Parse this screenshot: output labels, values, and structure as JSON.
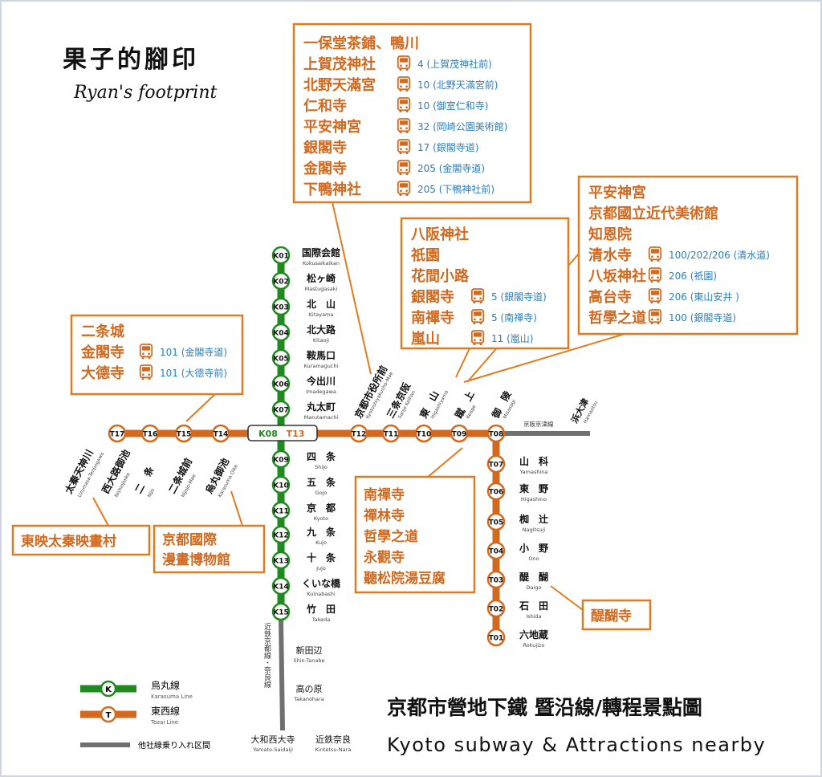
{
  "brand": {
    "title": "果子的腳印",
    "subtitle": "Ryan's footprint"
  },
  "map_title": {
    "zh": "京都市營地下鐵 暨沿線/轉程景點圖",
    "en": "Kyoto subway  &  Attractions nearby"
  },
  "colors": {
    "karasuma": "#1f8a1f",
    "tozai": "#d2691e",
    "other": "#707070",
    "callout_border": "#e07b1f",
    "callout_text": "#d2691e",
    "bus_text": "#2a7fc1"
  },
  "legend": [
    {
      "id": "karasuma",
      "letter": "K",
      "zh": "烏丸線",
      "en": "Karasuma Line"
    },
    {
      "id": "tozai",
      "letter": "T",
      "zh": "東西線",
      "en": "Tozai Line"
    },
    {
      "id": "other",
      "zh": "他社線乗り入れ区間"
    }
  ],
  "karasuma_stations": [
    {
      "code": "K01",
      "zh": "国際会館",
      "en": "Kokusaikaikan"
    },
    {
      "code": "K02",
      "zh": "松ヶ崎",
      "en": "Mastugasaki"
    },
    {
      "code": "K03",
      "zh": "北　山",
      "en": "Kitayama"
    },
    {
      "code": "K04",
      "zh": "北大路",
      "en": "Kitaoji"
    },
    {
      "code": "K05",
      "zh": "鞍馬口",
      "en": "Kuramaguchi"
    },
    {
      "code": "K06",
      "zh": "今出川",
      "en": "Imadegawa"
    },
    {
      "code": "K07",
      "zh": "丸太町",
      "en": "Marutamachi"
    },
    {
      "code": "K09",
      "zh": "四　条",
      "en": "Shijo"
    },
    {
      "code": "K10",
      "zh": "五　条",
      "en": "Gojo"
    },
    {
      "code": "K11",
      "zh": "京　都",
      "en": "Kyoto"
    },
    {
      "code": "K12",
      "zh": "九　条",
      "en": "Kujo"
    },
    {
      "code": "K13",
      "zh": "十　条",
      "en": "Jujo"
    },
    {
      "code": "K14",
      "zh": "くいな橋",
      "en": "Kuinabashi"
    },
    {
      "code": "K15",
      "zh": "竹　田",
      "en": "Takeda"
    }
  ],
  "transfer_station": {
    "k": "K08",
    "t": "T13"
  },
  "tozai_east_stations": [
    {
      "code": "T12",
      "zh": "京都市役所前",
      "en": "Kyotoshiyakusho-Mae"
    },
    {
      "code": "T11",
      "zh": "三条京阪",
      "en": "Sanjo Keihan"
    },
    {
      "code": "T10",
      "zh": "東　山",
      "en": "Higashiyama"
    },
    {
      "code": "T09",
      "zh": "蹴　上",
      "en": "Keage"
    },
    {
      "code": "T08",
      "zh": "御　陵",
      "en": "Misasagi"
    }
  ],
  "tozai_west_stations": [
    {
      "code": "T14",
      "zh": "烏丸御池",
      "en": "Karasuma Oike"
    },
    {
      "code": "T15",
      "zh": "二条城前",
      "en": "Nijojo-Mae"
    },
    {
      "code": "T16",
      "zh": "二　条",
      "en": "Nijo"
    },
    {
      "code": "T17",
      "zh": "西大路御池",
      "en": "Nishiojioike"
    },
    {
      "code": "",
      "zh": "太秦天神川",
      "en": "Uzumasa-Tenjingawa"
    }
  ],
  "tozai_south_stations": [
    {
      "code": "T07",
      "zh": "山　科",
      "en": "Yamashina"
    },
    {
      "code": "T06",
      "zh": "東　野",
      "en": "Higashino"
    },
    {
      "code": "T05",
      "zh": "椥　辻",
      "en": "Nagitsuji"
    },
    {
      "code": "T04",
      "zh": "小　野",
      "en": "Ono"
    },
    {
      "code": "T03",
      "zh": "醍　醐",
      "en": "Daigo"
    },
    {
      "code": "T02",
      "zh": "石　田",
      "en": "Ishida"
    },
    {
      "code": "T01",
      "zh": "六地蔵",
      "en": "Rokujizo"
    }
  ],
  "other_lines": {
    "keihan_label": "京阪京津線",
    "hamaotsu": {
      "zh": "浜大津",
      "en": "Hamaotsu"
    },
    "kintetsu_label": "近鉄京都線・奈良線",
    "south_stations": [
      {
        "zh": "新田辺",
        "en": "Shin-Tanabe"
      },
      {
        "zh": "高の原",
        "en": "Takanohara"
      },
      {
        "zh": "大和西大寺",
        "en": "Yamato-Saidaiji"
      },
      {
        "zh": "近鉄奈良",
        "en": "Kintetsu-Nara"
      }
    ]
  },
  "callouts": {
    "top": {
      "rows": [
        {
          "place": "一保堂茶鋪、鴨川"
        },
        {
          "place": "上賀茂神社",
          "bus": "4 (上賀茂神社前)"
        },
        {
          "place": "北野天滿宮",
          "bus": "10 (北野天滿宮前)"
        },
        {
          "place": "仁和寺",
          "bus": "10 (御室仁和寺)"
        },
        {
          "place": "平安神宮",
          "bus": "32 (岡崎公園美術館)"
        },
        {
          "place": "銀閣寺",
          "bus": "17 (銀閣寺道)"
        },
        {
          "place": "金閣寺",
          "bus": "205 (金閣寺道)"
        },
        {
          "place": "下鴨神社",
          "bus": "205 (下鴨神社前)"
        }
      ]
    },
    "middle": {
      "rows": [
        {
          "place": "八阪神社"
        },
        {
          "place": "祇園"
        },
        {
          "place": "花間小路"
        },
        {
          "place": "銀閣寺",
          "bus": "5 (銀閣寺道)"
        },
        {
          "place": "南禪寺",
          "bus": "5 (南禪寺)"
        },
        {
          "place": "嵐山",
          "bus": "11 (嵐山)"
        }
      ]
    },
    "right": {
      "rows": [
        {
          "place": "平安神宮"
        },
        {
          "place": "京都國立近代美術館"
        },
        {
          "place": "知恩院"
        },
        {
          "place": "清水寺",
          "bus": "100/202/206 (清水道)"
        },
        {
          "place": "八坂神社",
          "bus": "206 (祇園)"
        },
        {
          "place": "高台寺",
          "bus": "206 (東山安井 )"
        },
        {
          "place": "哲學之道",
          "bus": "100 (銀閣寺道)"
        }
      ]
    },
    "left": {
      "rows": [
        {
          "place": "二条城"
        },
        {
          "place": "金閣寺",
          "bus": "101 (金閣寺道)"
        },
        {
          "place": "大德寺",
          "bus": "101 (大德寺前)"
        }
      ]
    },
    "keage": {
      "rows": [
        {
          "place": "南禪寺"
        },
        {
          "place": "禪林寺"
        },
        {
          "place": "哲學之道"
        },
        {
          "place": "永觀寺"
        },
        {
          "place": "聽松院湯豆腐"
        }
      ]
    },
    "uzumasa": {
      "rows": [
        {
          "place": "東映太秦映畫村"
        }
      ]
    },
    "manga": {
      "rows": [
        {
          "place": "京都國際"
        },
        {
          "place": "漫畫博物館"
        }
      ]
    },
    "daigo": {
      "rows": [
        {
          "place": "醍醐寺"
        }
      ]
    }
  }
}
